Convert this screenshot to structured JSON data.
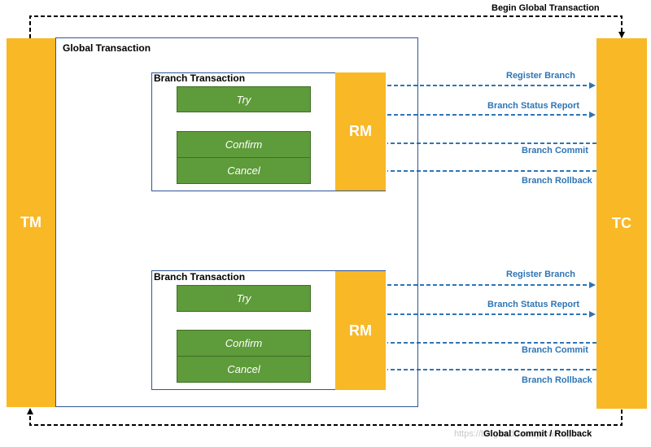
{
  "tm_label": "TM",
  "tc_label": "TC",
  "global_transaction_title": "Global Transaction",
  "begin_label": "Begin Global Transaction",
  "end_label": "Global Commit / Rollback",
  "watermark": "https://blog.csdn.net/javainsight",
  "branches": [
    {
      "title": "Branch Transaction",
      "rm_label": "RM",
      "try_label": "Try",
      "confirm_label": "Confirm",
      "cancel_label": "Cancel",
      "register_label": "Register Branch",
      "status_label": "Branch Status Report",
      "commit_label": "Branch Commit",
      "rollback_label": "Branch Rollback"
    },
    {
      "title": "Branch Transaction",
      "rm_label": "RM",
      "try_label": "Try",
      "confirm_label": "Confirm",
      "cancel_label": "Cancel",
      "register_label": "Register Branch",
      "status_label": "Branch Status Report",
      "commit_label": "Branch Commit",
      "rollback_label": "Branch Rollback"
    }
  ],
  "colors": {
    "actor": "#f9b826",
    "phase": "#5e9b3a",
    "link": "#2e75b6",
    "frame": "#2f5597"
  }
}
